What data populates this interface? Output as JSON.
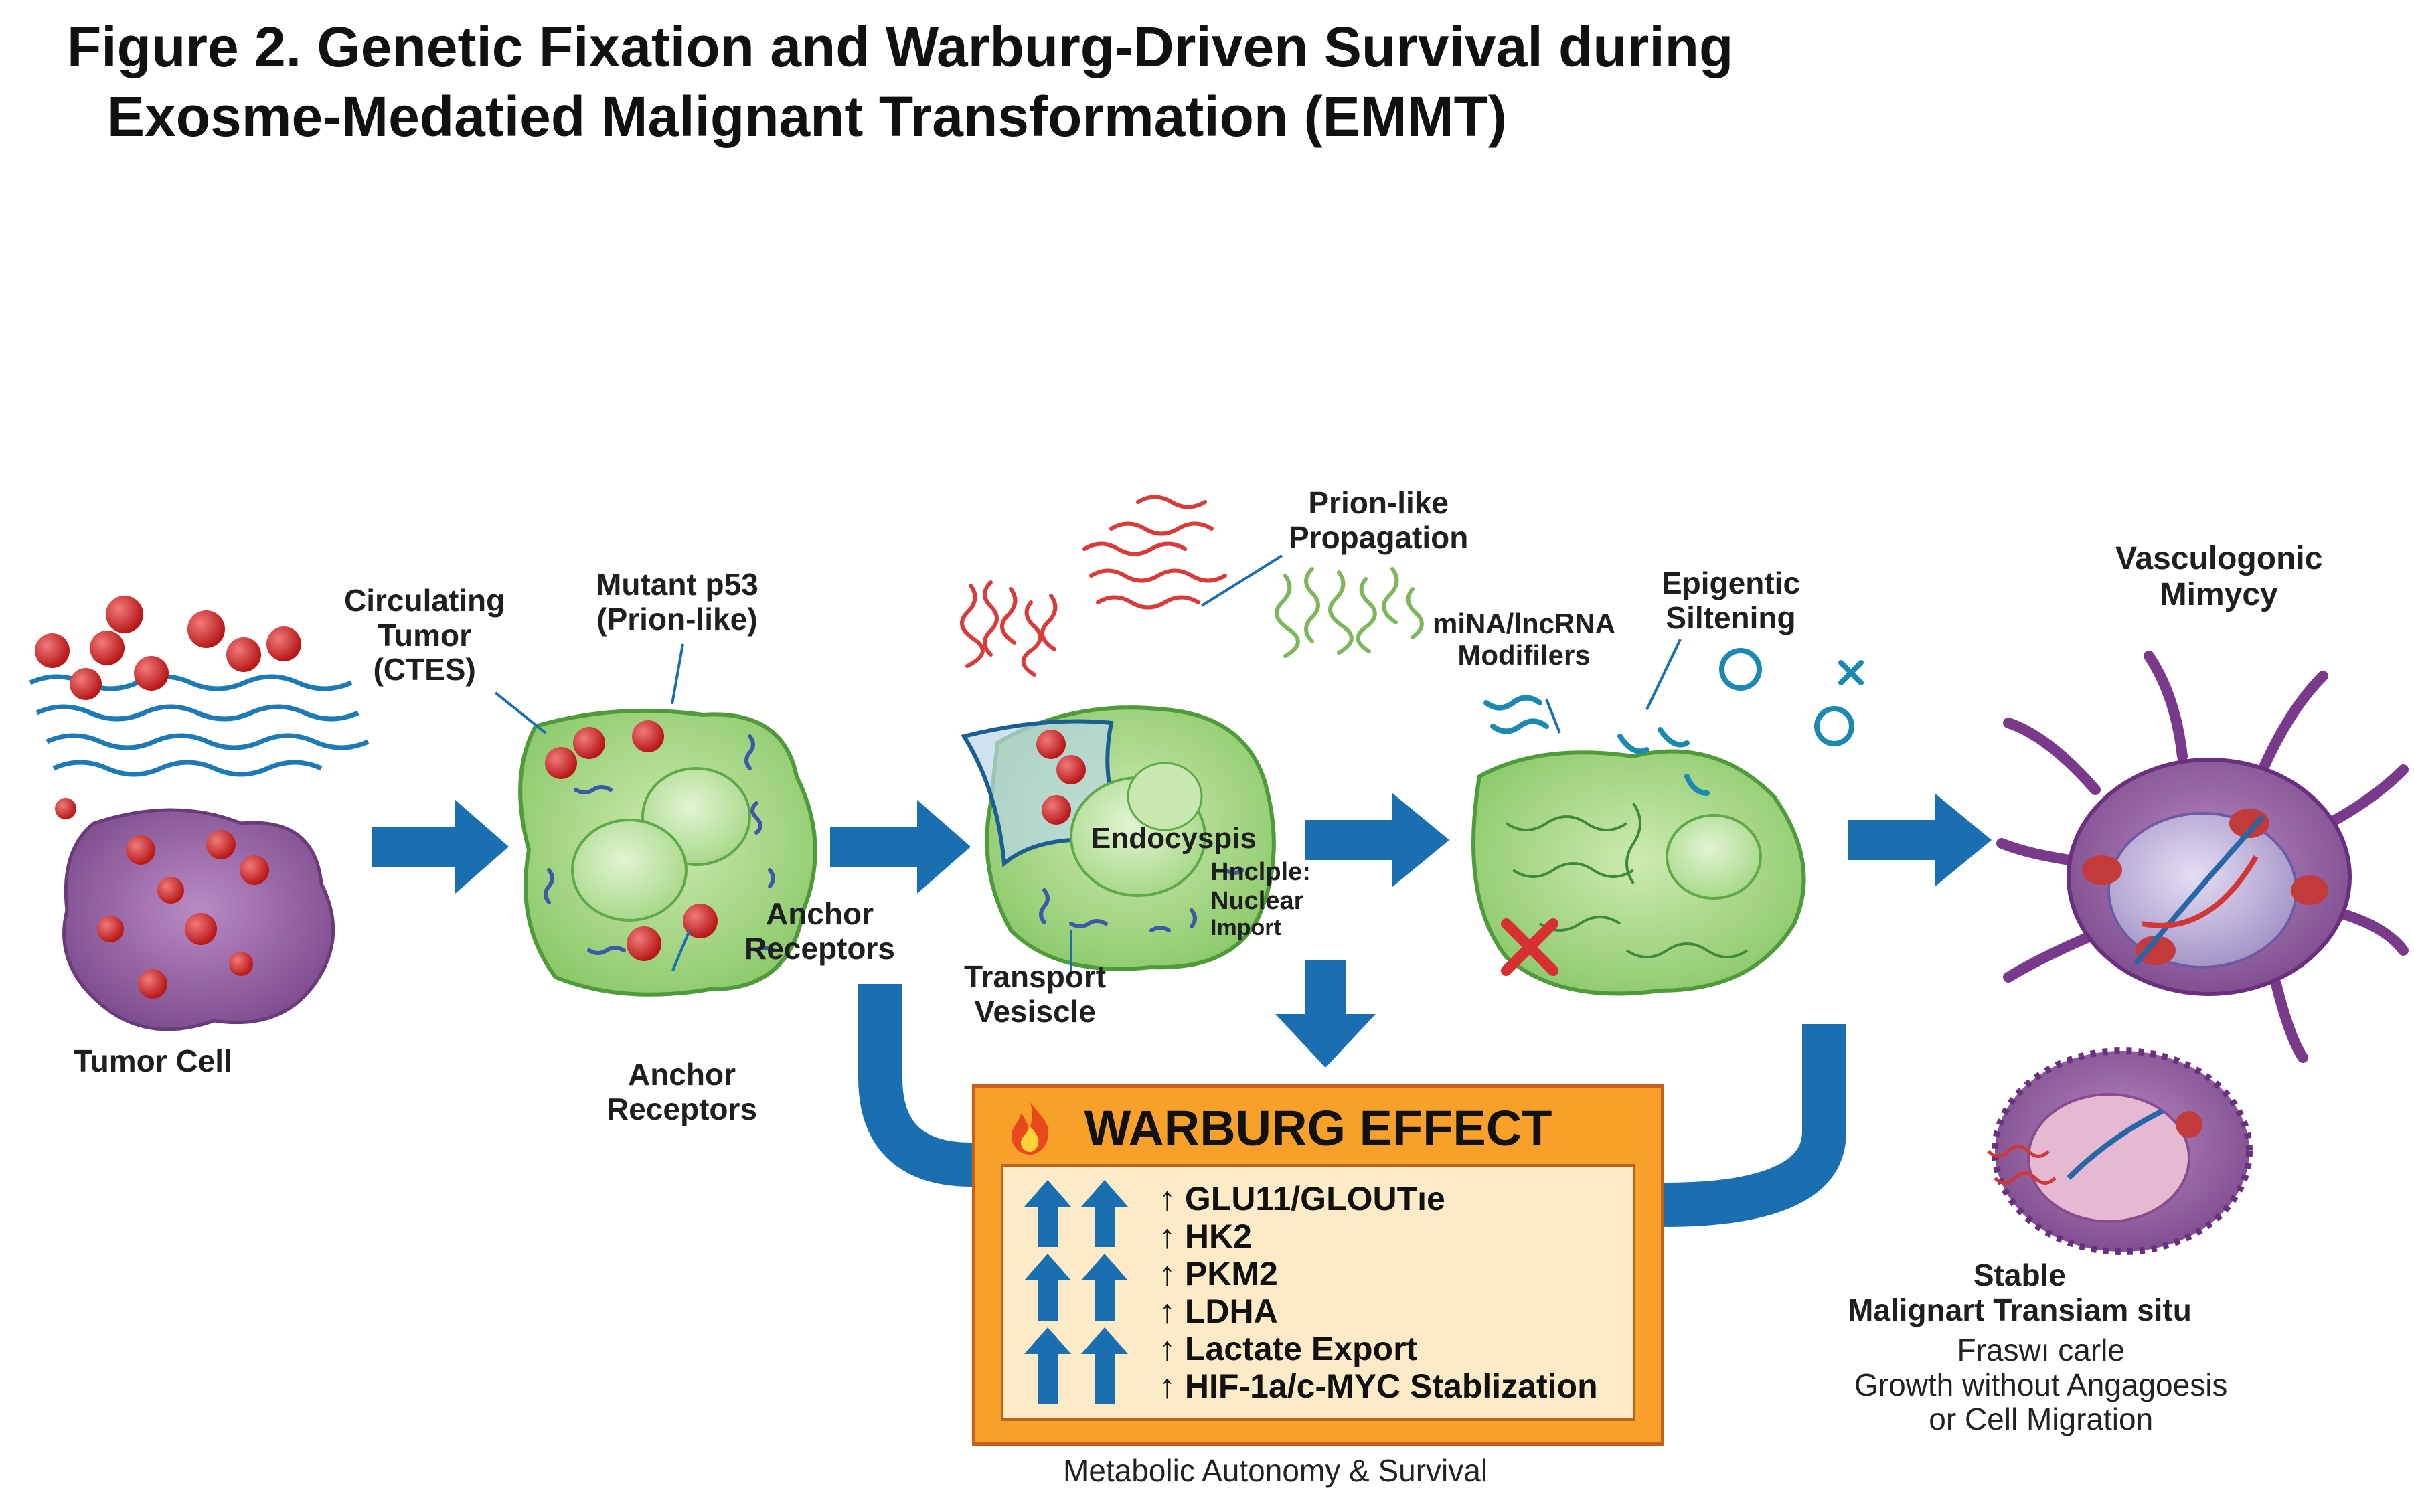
{
  "title": {
    "line1": "Figure 2. Genetic Fixation and Warburg-Driven Survival during",
    "line2": "Exosme-Medatied Malignant Transformation (EMMT)"
  },
  "labels": {
    "tumor_cell": "Tumor Cell",
    "circulating": [
      "Circulating",
      "Tumor",
      "(CTES)"
    ],
    "mutant_p53": [
      "Mutant p53",
      "(Prion-like)"
    ],
    "anchor_upper": [
      "Anchor",
      "Receptors"
    ],
    "anchor_lower": [
      "Anchor",
      "Receptors"
    ],
    "prion_like": [
      "Prion-like",
      "Propagation"
    ],
    "endocytosis": "Endocyspis",
    "nuclear": [
      "Hnclple:",
      "Nuclear",
      "Import"
    ],
    "transport": [
      "Transport",
      "Vesiscle"
    ],
    "mirna": [
      "miNA/lncRNA",
      "Modifilers"
    ],
    "epigenetic": [
      "Epigentic",
      "Siltening"
    ],
    "vasculogenic": [
      "Vasculogonic",
      "Mimycy"
    ],
    "stable_title": [
      "Stable",
      "Malignart Transiam situ"
    ],
    "stable_desc": [
      "Fraswı carle",
      "Growth without Angagoesis",
      "or Cell Migration"
    ]
  },
  "warburg": {
    "title": "WARBURG EFFECT",
    "items": [
      "↑ GLU11/GLOUTıe",
      "↑ HK2",
      "↑ PKM2",
      "↑ LDHA",
      "↑ Lactate Export",
      "↑ HIF-1a/c-MYC Stablization"
    ],
    "caption": "Metabolic Autonomy & Survival"
  },
  "colors": {
    "arrow_blue": "#1a6fb0",
    "cell_green": "#9fd47f",
    "cell_green_dark": "#4f9a3a",
    "tumor_purple": "#8e5a9e",
    "red_particle": "#d62828",
    "warburg_orange": "#f7a12b",
    "warburg_inner": "#fdebc8"
  }
}
